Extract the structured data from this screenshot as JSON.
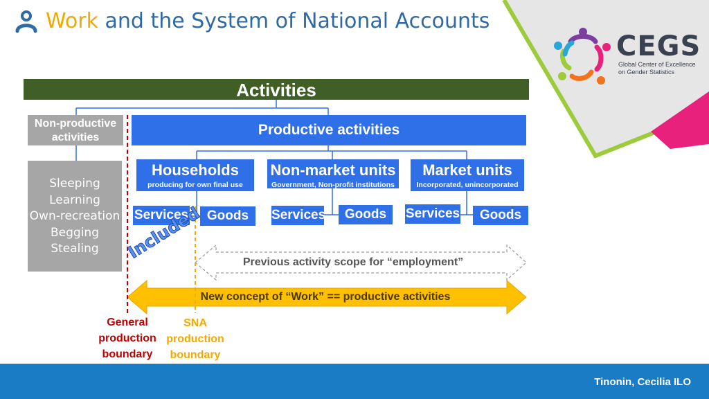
{
  "header": {
    "title_highlight": "Work",
    "title_rest": "and the System of National Accounts"
  },
  "logo": {
    "name": "CEGS",
    "subtitle_line1": "Global Center of Excellence",
    "subtitle_line2": "on Gender Statistics"
  },
  "diagram": {
    "root": "Activities",
    "non_productive": {
      "line1": "Non-productive",
      "line2": "activities",
      "items": [
        "Sleeping",
        "Learning",
        "Own-recreation",
        "Begging",
        "Stealing"
      ]
    },
    "productive": "Productive activities",
    "units": [
      {
        "title": "Households",
        "subtitle": "producing for own final use",
        "left": "Services",
        "right": "Goods"
      },
      {
        "title": "Non-market units",
        "subtitle": "Government, Non-profit institutions",
        "left": "Services",
        "right": "Goods"
      },
      {
        "title": "Market units",
        "subtitle": "Incorporated, unincorporated",
        "left": "Services",
        "right": "Goods"
      }
    ],
    "included": "Included",
    "previous_scope": "Previous activity scope for “employment”",
    "new_concept": "New concept of “Work” == productive activities",
    "general_boundary": [
      "General",
      "production",
      "boundary"
    ],
    "sna_boundary": [
      "SNA",
      "production",
      "boundary"
    ]
  },
  "colors": {
    "blue": "#2f6fe8",
    "dark_green": "#3f5f26",
    "gray": "#a6a6a6",
    "yellow": "#ffc000",
    "red": "#c00000",
    "footer_blue": "#1a7cc4"
  },
  "footer": {
    "credit": "Tinonin, Cecilia ILO"
  }
}
